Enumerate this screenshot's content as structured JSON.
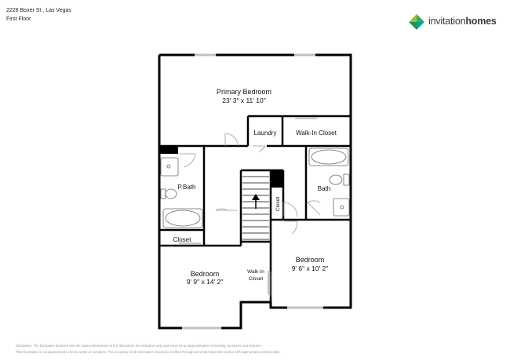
{
  "header": {
    "address": "2228 Boxer St , Las Vegas",
    "floor": "First Floor"
  },
  "logo": {
    "text_regular": "invitation",
    "text_bold": "homes",
    "colors": [
      "#8dc63f",
      "#3aaa5c",
      "#00a3a0",
      "#2e8b57"
    ]
  },
  "rooms": {
    "primary_bedroom": {
      "name": "Primary Bedroom",
      "dims": "23' 3\" x 11' 10\""
    },
    "laundry": {
      "name": "Laundry"
    },
    "walkin_closet_top": {
      "name": "Walk-In Closet"
    },
    "p_bath": {
      "name": "P.Bath"
    },
    "bath": {
      "name": "Bath"
    },
    "closet_left": {
      "name": "Closet"
    },
    "closet_vertical": {
      "name": "Closet"
    },
    "bedroom_left": {
      "name": "Bedroom",
      "dims": "9' 9\" x 14' 2\""
    },
    "bedroom_right": {
      "name": "Bedroom",
      "dims": "9' 6\" x 10' 2\""
    },
    "walkin_closet_bottom": {
      "line1": "Walk-In",
      "line2": "Closet"
    }
  },
  "disclaimer": {
    "line1": "Disclaimer: The floorplans depicted and the stated dimensions in this illustration are indicative only and serve as an approximation of existing structures and features.",
    "line2": "This illustration is not guaranteed to be accurate or complete. The accuracy of all information should be verified through personal inspection and/or with appropriate professionals."
  },
  "colors": {
    "wall": "#000000",
    "window": "#b8c4c8"
  }
}
